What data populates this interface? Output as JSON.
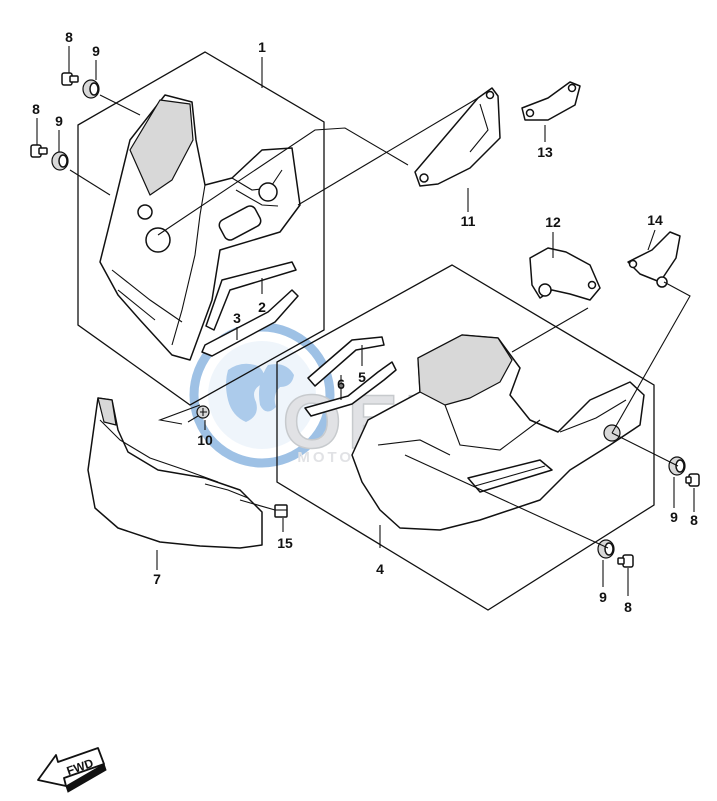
{
  "callouts": {
    "part_1": "1",
    "part_2": "2",
    "part_3": "3",
    "part_4": "4",
    "part_5": "5",
    "part_6": "6",
    "part_7": "7",
    "part_8_a": "8",
    "part_8_b": "8",
    "part_8_c": "8",
    "part_8_d": "8",
    "part_9_a": "9",
    "part_9_b": "9",
    "part_9_c": "9",
    "part_9_d": "9",
    "part_10": "10",
    "part_11": "11",
    "part_12": "12",
    "part_13": "13",
    "part_14": "14",
    "part_15": "15"
  },
  "watermark": {
    "brand": "OEM",
    "tagline": "MOTORPARTS"
  },
  "direction_arrow": {
    "label": "FWD"
  },
  "colors": {
    "line": "#111111",
    "shade": "#d8d8d8",
    "watermark_blue": "#4f8fd0",
    "watermark_grey": "#c9ccd0"
  }
}
